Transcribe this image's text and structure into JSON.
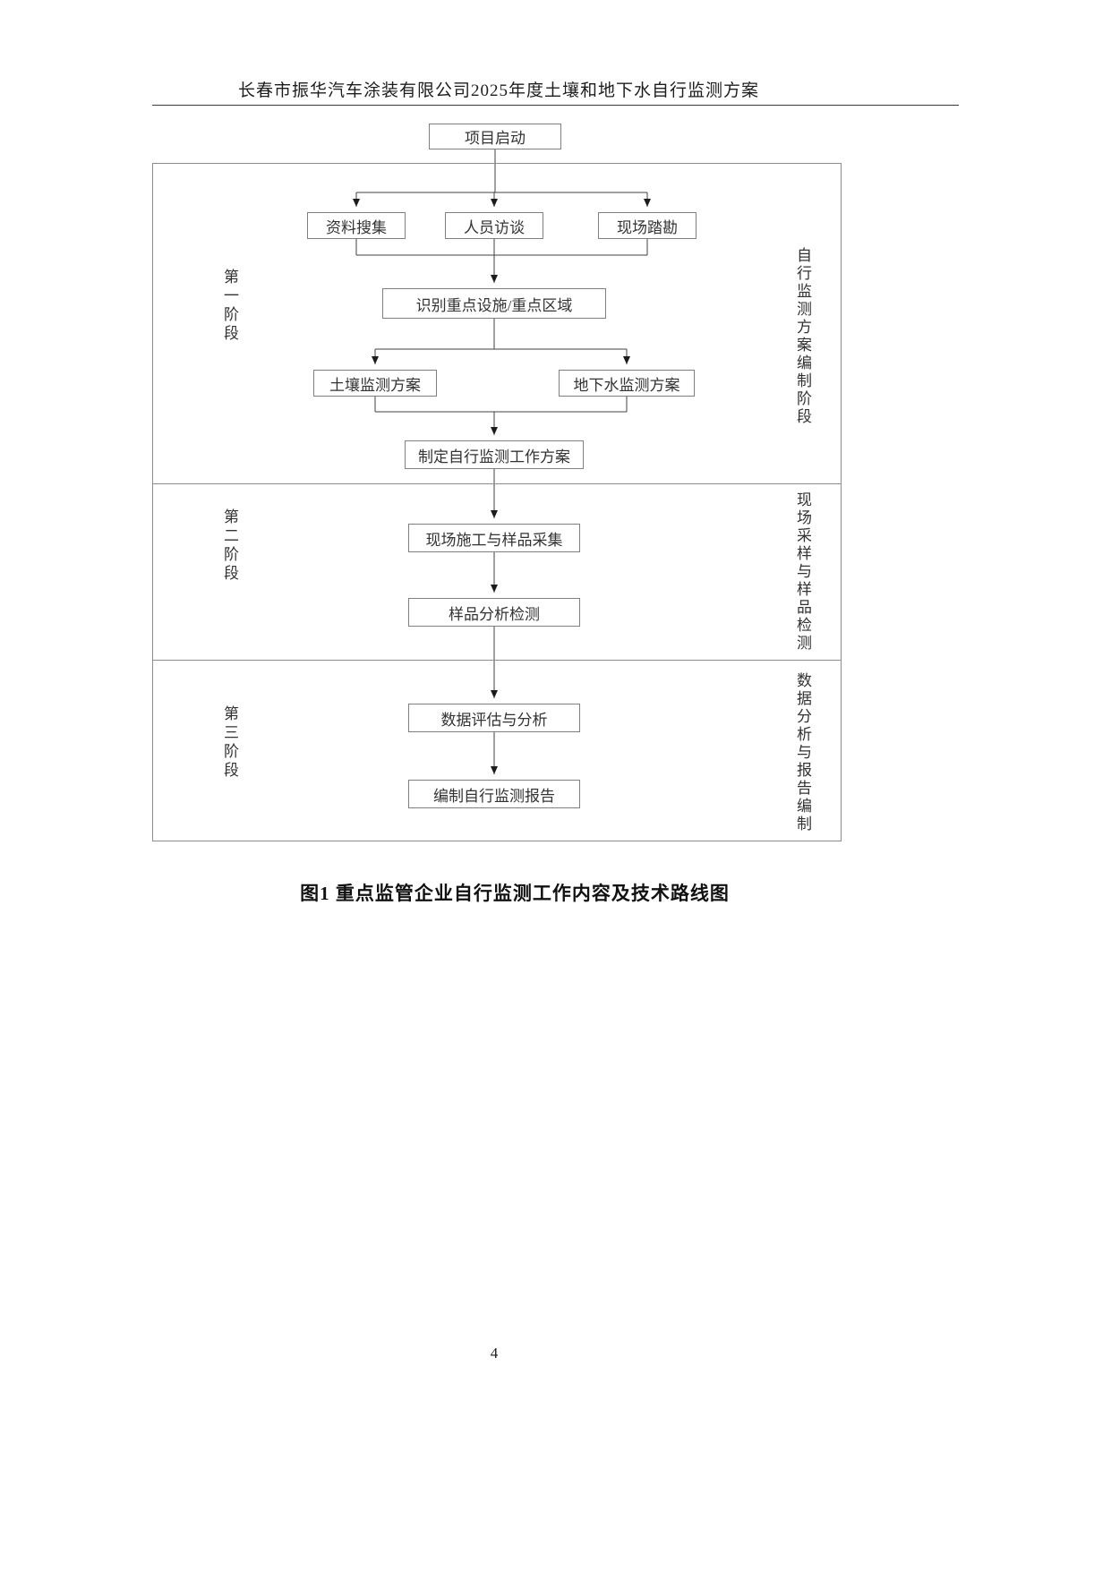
{
  "document": {
    "header_title": "长春市振华汽车涂装有限公司2025年度土壤和地下水自行监测方案",
    "figure_caption": "图1  重点监管企业自行监测工作内容及技术路线图",
    "page_number": "4"
  },
  "flowchart": {
    "nodes": {
      "start": "项目启动",
      "data_collection": "资料搜集",
      "personnel_interview": "人员访谈",
      "site_survey": "现场踏勘",
      "identify_key_areas": "识别重点设施/重点区域",
      "soil_plan": "土壤监测方案",
      "groundwater_plan": "地下水监测方案",
      "formulate_plan": "制定自行监测工作方案",
      "site_sampling": "现场施工与样品采集",
      "sample_analysis": "样品分析检测",
      "data_evaluation": "数据评估与分析",
      "compile_report": "编制自行监测报告"
    },
    "stages": [
      {
        "left_label": "第一阶段",
        "right_label": "自行监测方案编制阶段"
      },
      {
        "left_label": "第二阶段",
        "right_label": "现场采样与样品检测"
      },
      {
        "left_label": "第三阶段",
        "right_label": "数据分析与报告编制"
      }
    ]
  }
}
